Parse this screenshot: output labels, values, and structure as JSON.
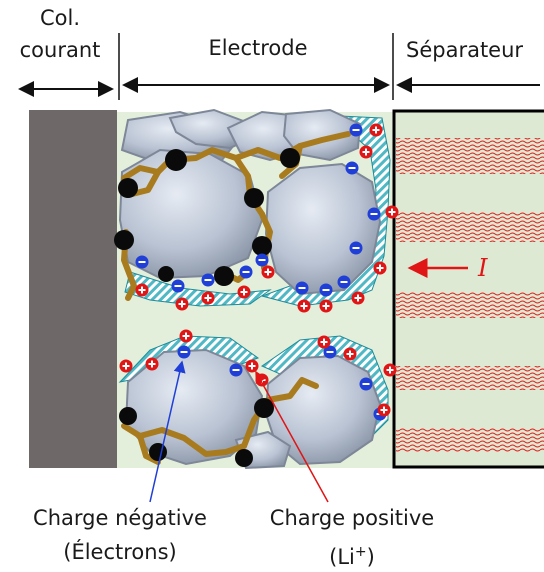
{
  "labels": {
    "collector_line1": "Col.",
    "collector_line2": "courant",
    "electrode": "Electrode",
    "separator": "Séparateur",
    "current_symbol": "I",
    "negative_line1": "Charge négative",
    "negative_line2": "(Électrons)",
    "positive_line1": "Charge positive",
    "positive_line2_base": "(Li",
    "positive_line2_sup": "+",
    "positive_line2_end": ")"
  },
  "colors": {
    "collector": "#6e6868",
    "electrolyte": "#e4efdb",
    "particle": "#b9c3d3",
    "particle_edge": "#7d8798",
    "binder": "#a87b1e",
    "carbon": "#0a0a0a",
    "film": "#4fb8c4",
    "negative_charge": "#1f3fd6",
    "positive_charge": "#e01515",
    "separator_wave": "#e21b1b",
    "current_arrow": "#e01515"
  },
  "icons": {
    "negative": "minus-circle",
    "positive": "plus-circle"
  }
}
